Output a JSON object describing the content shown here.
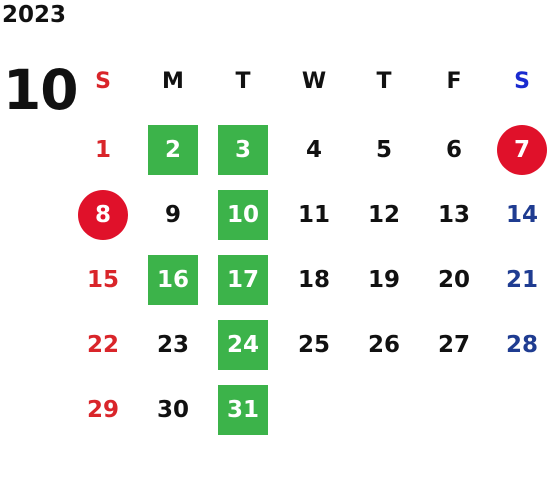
{
  "year": "2023",
  "month": "10",
  "weekdays": [
    "S",
    "M",
    "T",
    "W",
    "T",
    "F",
    "S"
  ],
  "weeks": [
    [
      {
        "d": ""
      },
      {
        "d": ""
      },
      {
        "d": ""
      },
      {
        "d": ""
      },
      {
        "d": ""
      },
      {
        "d": ""
      },
      {
        "d": ""
      }
    ],
    [
      {
        "d": "1"
      },
      {
        "d": "2",
        "mark": "green"
      },
      {
        "d": "3",
        "mark": "green"
      },
      {
        "d": "4"
      },
      {
        "d": "5"
      },
      {
        "d": "6"
      },
      {
        "d": "7",
        "mark": "red"
      }
    ],
    [
      {
        "d": "8",
        "mark": "red"
      },
      {
        "d": "9"
      },
      {
        "d": "10",
        "mark": "green"
      },
      {
        "d": "11"
      },
      {
        "d": "12"
      },
      {
        "d": "13"
      },
      {
        "d": "14"
      }
    ],
    [
      {
        "d": "15"
      },
      {
        "d": "16",
        "mark": "green"
      },
      {
        "d": "17",
        "mark": "green"
      },
      {
        "d": "18"
      },
      {
        "d": "19"
      },
      {
        "d": "20"
      },
      {
        "d": "21"
      }
    ],
    [
      {
        "d": "22"
      },
      {
        "d": "23"
      },
      {
        "d": "24",
        "mark": "green"
      },
      {
        "d": "25"
      },
      {
        "d": "26"
      },
      {
        "d": "27"
      },
      {
        "d": "28"
      }
    ],
    [
      {
        "d": "29"
      },
      {
        "d": "30"
      },
      {
        "d": "31",
        "mark": "green"
      },
      {
        "d": ""
      },
      {
        "d": ""
      },
      {
        "d": ""
      },
      {
        "d": ""
      }
    ]
  ],
  "colors": {
    "sunday": "#d9252a",
    "saturday_header": "#1a2bd0",
    "saturday": "#1f3c91",
    "highlight_green": "#3cb34a",
    "highlight_red": "#e0112a",
    "text": "#111111"
  }
}
